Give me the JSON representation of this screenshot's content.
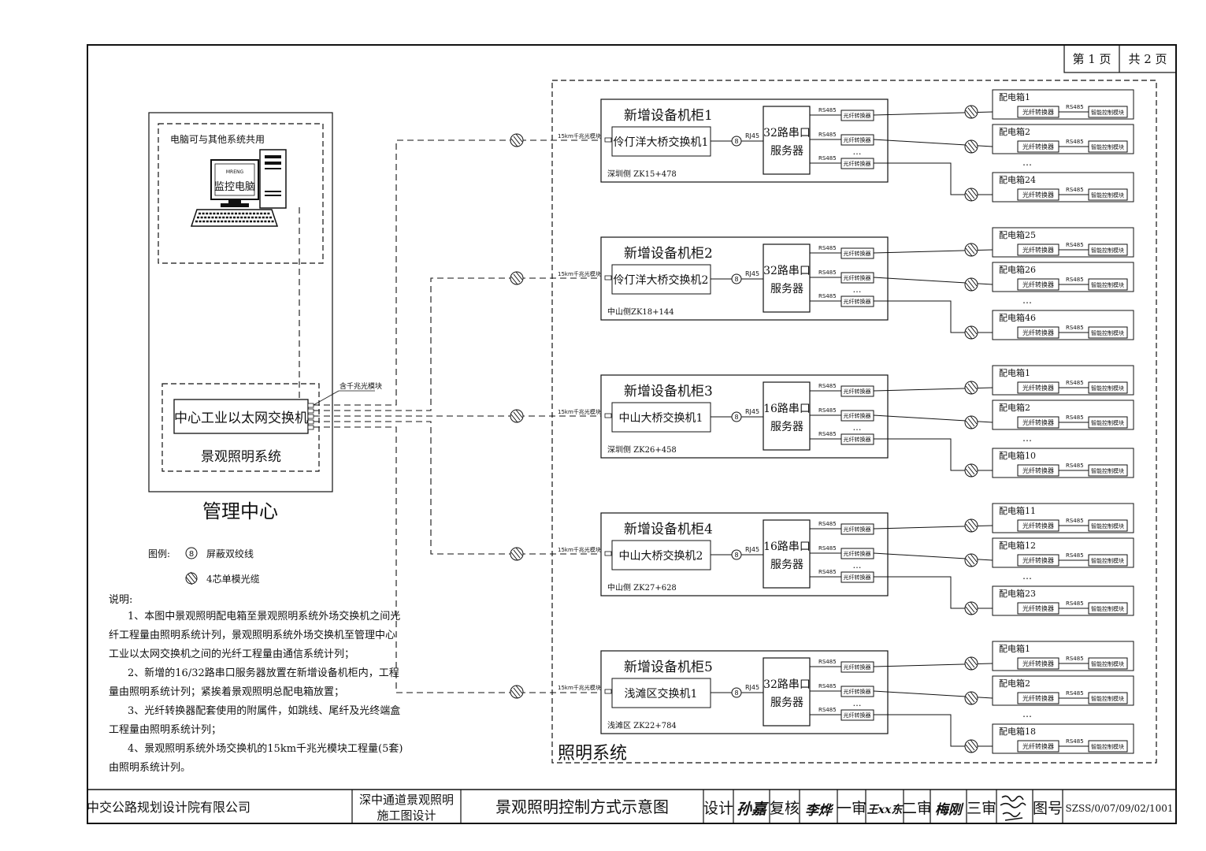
{
  "page": {
    "current": "第 1 页",
    "total": "共 2 页"
  },
  "management": {
    "shared_note": "电脑可与其他系统共用",
    "screen_brand": "MRENG",
    "pc_label": "监控电脑",
    "switch_label": "中心工业以太网交换机",
    "system_label": "景观照明系统",
    "center_label": "管理中心",
    "module_note": "含千兆光模块"
  },
  "legend": {
    "title": "图例:",
    "twisted_symbol": "8",
    "twisted_label": "屏蔽双绞线",
    "fiber_label": "4芯单模光缆"
  },
  "notes": {
    "title": "说明:",
    "lines": [
      "1、本图中景观照明配电箱至景观照明系统外场交换机之间光",
      "纤工程量由照明系统计列，景观照明系统外场交换机至管理中心",
      "工业以太网交换机之间的光纤工程量由通信系统计列；",
      "2、新增的16/32路串口服务器放置在新增设备机柜内，工程",
      "量由照明系统计列；紧挨着景观照明总配电箱放置；",
      "3、光纤转换器配套使用的附属件，如跳线、尾纤及光终端盒",
      "工程量由照明系统计列；",
      "4、景观照明系统外场交换机的15km千兆光模块工程量(5套)",
      "由照明系统计列。"
    ]
  },
  "lighting_system_label": "照明系统",
  "common": {
    "module_label": "15km千兆光模块",
    "rj45": "RJ45",
    "rs485": "RS485",
    "fiber_converter": "光纤转换器",
    "smart_module": "智能控制模块",
    "server_suffix": "服务器",
    "ellipsis": "…"
  },
  "cabinets": [
    {
      "title": "新增设备机柜1",
      "switch": "伶仃洋大桥交换机1",
      "server": "32路串口",
      "location": "深圳侧 ZK15+478",
      "boxes": [
        "配电箱1",
        "配电箱2",
        "配电箱24"
      ]
    },
    {
      "title": "新增设备机柜2",
      "switch": "伶仃洋大桥交换机2",
      "server": "32路串口",
      "location": "中山侧ZK18+144",
      "boxes": [
        "配电箱25",
        "配电箱26",
        "配电箱46"
      ]
    },
    {
      "title": "新增设备机柜3",
      "switch": "中山大桥交换机1",
      "server": "16路串口",
      "location": "深圳侧 ZK26+458",
      "boxes": [
        "配电箱1",
        "配电箱2",
        "配电箱10"
      ]
    },
    {
      "title": "新增设备机柜4",
      "switch": "中山大桥交换机2",
      "server": "16路串口",
      "location": "中山侧 ZK27+628",
      "boxes": [
        "配电箱11",
        "配电箱12",
        "配电箱23"
      ]
    },
    {
      "title": "新增设备机柜5",
      "switch": "浅滩区交换机1",
      "server": "32路串口",
      "location": "浅滩区 ZK22+784",
      "boxes": [
        "配电箱1",
        "配电箱2",
        "配电箱18"
      ]
    }
  ],
  "title_block": {
    "company": "中交公路规划设计院有限公司",
    "project_line1": "深中通道景观照明",
    "project_line2": "施工图设计",
    "drawing_title": "景观照明控制方式示意图",
    "design_label": "设计",
    "designer": "孙嘉",
    "review_label": "复核",
    "reviewer": "李烨",
    "first_label": "一审",
    "first_reviewer": "王xx东",
    "second_label": "二审",
    "second_reviewer": "梅刚",
    "third_label": "三审",
    "drawing_no_label": "图号",
    "drawing_no": "SZSS/0/07/09/02/1001"
  }
}
